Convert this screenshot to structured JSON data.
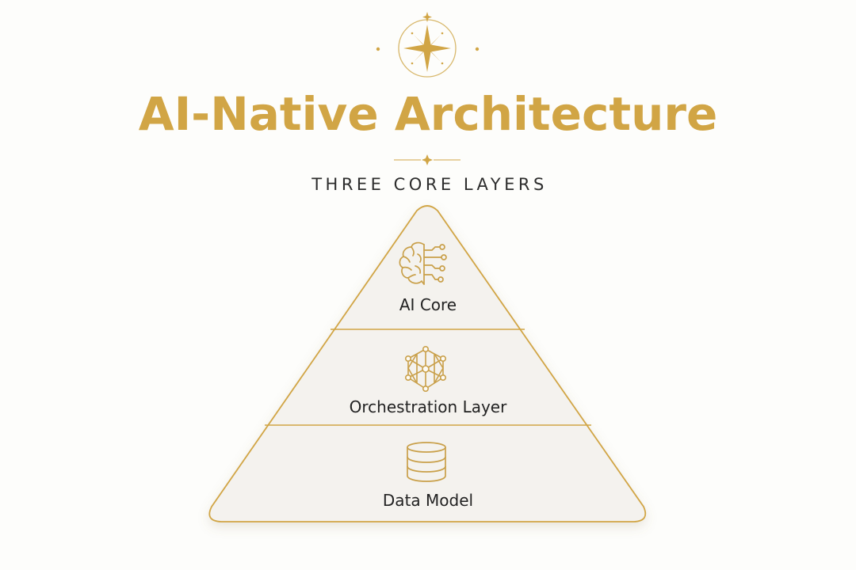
{
  "header": {
    "title": "AI-Native Architecture",
    "subtitle": "THREE CORE LAYERS"
  },
  "diagram": {
    "type": "pyramid",
    "layers": [
      {
        "label": "AI Core",
        "icon": "brain-circuit-icon"
      },
      {
        "label": "Orchestration Layer",
        "icon": "network-cube-icon"
      },
      {
        "label": "Data Model",
        "icon": "database-icon"
      }
    ]
  },
  "colors": {
    "accent": "#d1a545",
    "text": "#222222",
    "background": "#fdfdfb",
    "layer_fill": "#f4f2ee"
  }
}
